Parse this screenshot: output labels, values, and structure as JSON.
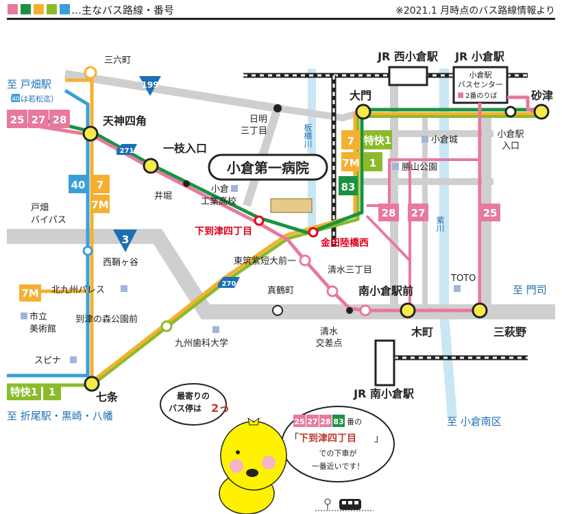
{
  "header": {
    "legend_text": "…主なバス路線・番号",
    "note": "※2021.1 月時点のバス路線情報より"
  },
  "colors": {
    "pink": "#e8799c",
    "green": "#1a9340",
    "orange": "#f5b030",
    "lightgreen": "#8bbb2b",
    "blue": "#3a9fd6",
    "road": "#cfcfcf",
    "river": "#c9e6f5",
    "stop_yellow": "#f6e94a"
  },
  "roads": {
    "r199": "199",
    "r271": "271",
    "r3": "3",
    "r270": "270"
  },
  "rivers": {
    "itabitsu": "板櫃川",
    "murasaki": "紫川"
  },
  "stations": {
    "nishikokura": "JR 西小倉駅",
    "kokura": "JR 小倉駅",
    "minamikokura": "JR 南小倉駅",
    "bus_center_1": "小倉駅",
    "bus_center_2": "バスセンター",
    "bus_center_3": "2番のりば"
  },
  "destinations": {
    "tobata": "至 戸畑駅",
    "tobata_note_num": "40",
    "tobata_note": "は若松迄）",
    "tobata_note_open": "（",
    "orio": "至 折尾駅・黒崎・八幡",
    "monji": "至 門司",
    "minami": "至 小倉南区"
  },
  "stops": {
    "sanrokucho": "三六町",
    "tenjin": "天神四角",
    "ichieda": "一枝入口",
    "ibori": "井堀",
    "hiake_1": "日明",
    "hiake_2": "三丁目",
    "shimoitozu": "下到津四丁目",
    "kanada": "金田陸橋西",
    "daimon": "大門",
    "sunatsu": "砂津",
    "kokura_iriguchi_1": "小倉駅",
    "kokura_iriguchi_2": "入口",
    "higashichikushi": "東筑紫短大前一",
    "shimizu3": "清水三丁目",
    "minamikokura_mae": "南小倉駅前",
    "kimachi": "木町",
    "mihagino": "三萩野",
    "shimizu_kousaten_1": "清水",
    "shimizu_kousaten_2": "交差点",
    "manazuru": "真鶴町",
    "nishikurayashi": "西鞘ヶ谷",
    "itozu_mori": "到津の森公園前",
    "shichijo": "七条",
    "tobata_bypass_1": "戸畑",
    "tobata_bypass_2": "バイパス"
  },
  "landmarks": {
    "hospital": "小倉第一病院",
    "kokura_kogyo_1": "小倉",
    "kokura_kogyo_2": "工業高校",
    "kokura_castle": "小倉城",
    "katsuyama": "勝山公園",
    "toto": "TOTO",
    "kitakyushu_palace": "北九州パレス",
    "museum_1": "市立",
    "museum_2": "美術館",
    "spina": "スピナ",
    "dental": "九州歯科大学"
  },
  "route_badges": {
    "west": [
      "25",
      "27",
      "28"
    ],
    "blue40": "40",
    "orange7": "7",
    "orange7m": "7M",
    "palace7m": "7M",
    "daimon_o7": "7",
    "daimon_g_tokkai": "特快1",
    "daimon_o7m": "7M",
    "daimon_g1": "1",
    "green83": "83",
    "pink28": "28",
    "pink27": "27",
    "pink25": "25",
    "bottom_tokkai": "特快1",
    "bottom_1": "1"
  },
  "bubbles": {
    "left_1": "最寄りの",
    "left_2": "バス停は",
    "left_num": "2っ",
    "right_routes": [
      "25",
      "27",
      "28",
      "83"
    ],
    "right_suffix": "番の",
    "right_open": "「",
    "right_stop": "下到津四丁目",
    "right_close": "」",
    "right_line3": "での下車が",
    "right_line4": "一番近いです！"
  }
}
